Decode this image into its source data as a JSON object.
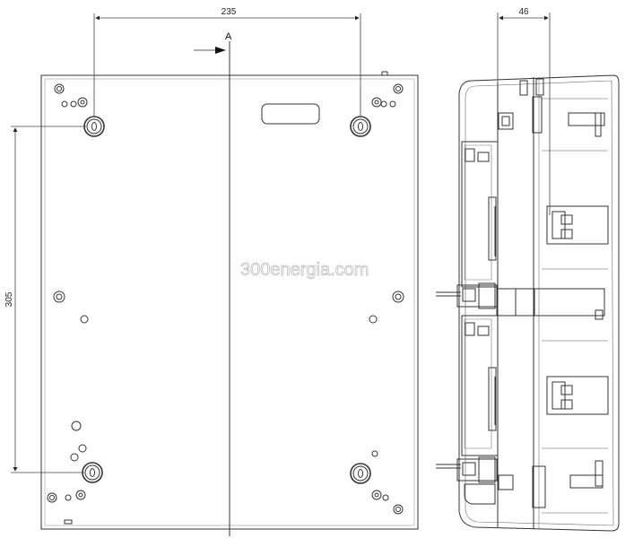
{
  "drawing": {
    "dimensions": {
      "horizontal_spacing": "235",
      "vertical_spacing": "305",
      "depth": "46"
    },
    "section_marker": "A",
    "watermark": "300energia.com",
    "colors": {
      "line": "#333333",
      "thin_line": "#555555",
      "watermark": "#bdbdbd"
    }
  }
}
